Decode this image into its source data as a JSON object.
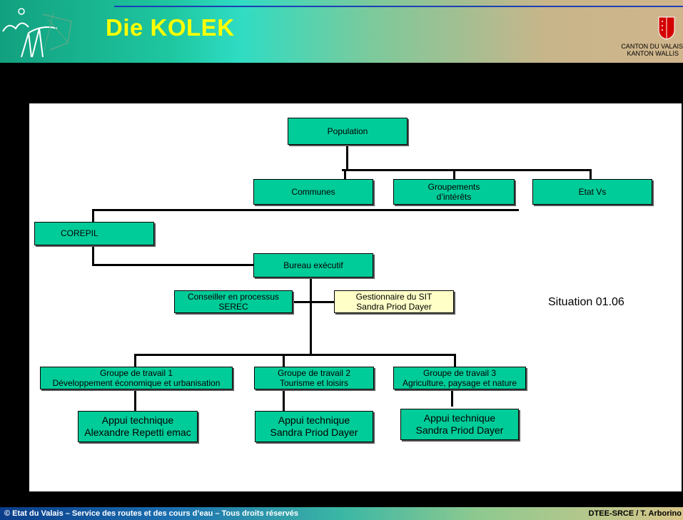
{
  "header": {
    "title": "Die KOLEK",
    "canton_line1": "CANTON DU VALAIS",
    "canton_line2": "KANTON WALLIS"
  },
  "org_chart": {
    "population": "Population",
    "communes": "Communes",
    "groupements_line1": "Groupements",
    "groupements_line2": "d’intérêts",
    "etat": "Etat Vs",
    "corepil": "COREPIL",
    "bureau": "Bureau exécutif",
    "conseiller_line1": "Conseiller en processus",
    "conseiller_line2": "SEREC",
    "gestionnaire_line1": "Gestionnaire du SIT",
    "gestionnaire_line2": "Sandra Priod Dayer",
    "groups": [
      {
        "line1": "Groupe de travail 1",
        "line2": "Développement économique et urbanisation",
        "support_line1": "Appui technique",
        "support_line2": "Alexandre Repetti emac"
      },
      {
        "line1": "Groupe de travail 2",
        "line2": "Tourisme et loisirs",
        "support_line1": "Appui technique",
        "support_line2": "Sandra Priod Dayer"
      },
      {
        "line1": "Groupe de travail 3",
        "line2": "Agriculture, paysage et nature",
        "support_line1": "Appui technique",
        "support_line2": "Sandra Priod Dayer"
      }
    ],
    "situation": "Situation 01.06"
  },
  "footer": {
    "left": "© Etat du Valais – Service des routes et des cours d’eau – Tous droits réservés",
    "right": "DTEE-SRCE / T. Arborino"
  },
  "colors": {
    "box_fill": "#00cc99",
    "highlight_fill": "#ffffc8",
    "title_color": "#ffff00"
  }
}
